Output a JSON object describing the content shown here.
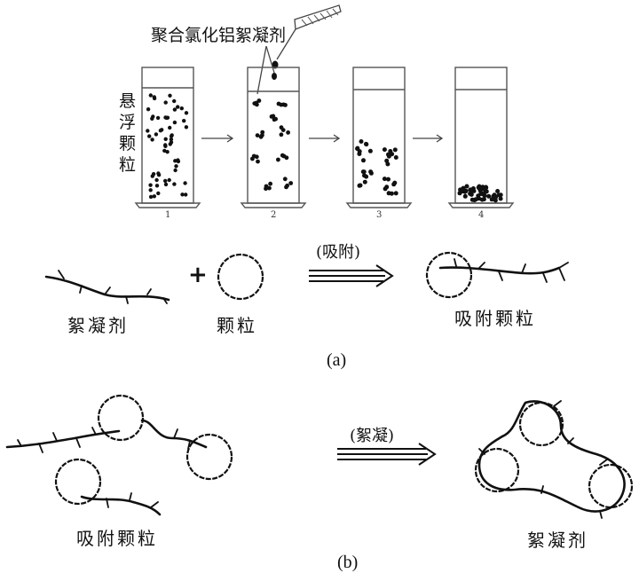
{
  "top_panel": {
    "flocculant_label": "聚合氯化铝絮凝剂",
    "side_label": [
      "悬",
      "浮",
      "颗",
      "粒"
    ],
    "beaker_numbers": [
      "1",
      "2",
      "3",
      "4"
    ]
  },
  "panel_a": {
    "flocculant": "絮凝剂",
    "plus": "+",
    "particle": "颗粒",
    "process": "(吸附)",
    "product": "吸附颗粒",
    "caption": "(a)"
  },
  "panel_b": {
    "reactant": "吸附颗粒",
    "process": "(絮凝)",
    "product": "絮凝剂",
    "caption": "(b)"
  }
}
